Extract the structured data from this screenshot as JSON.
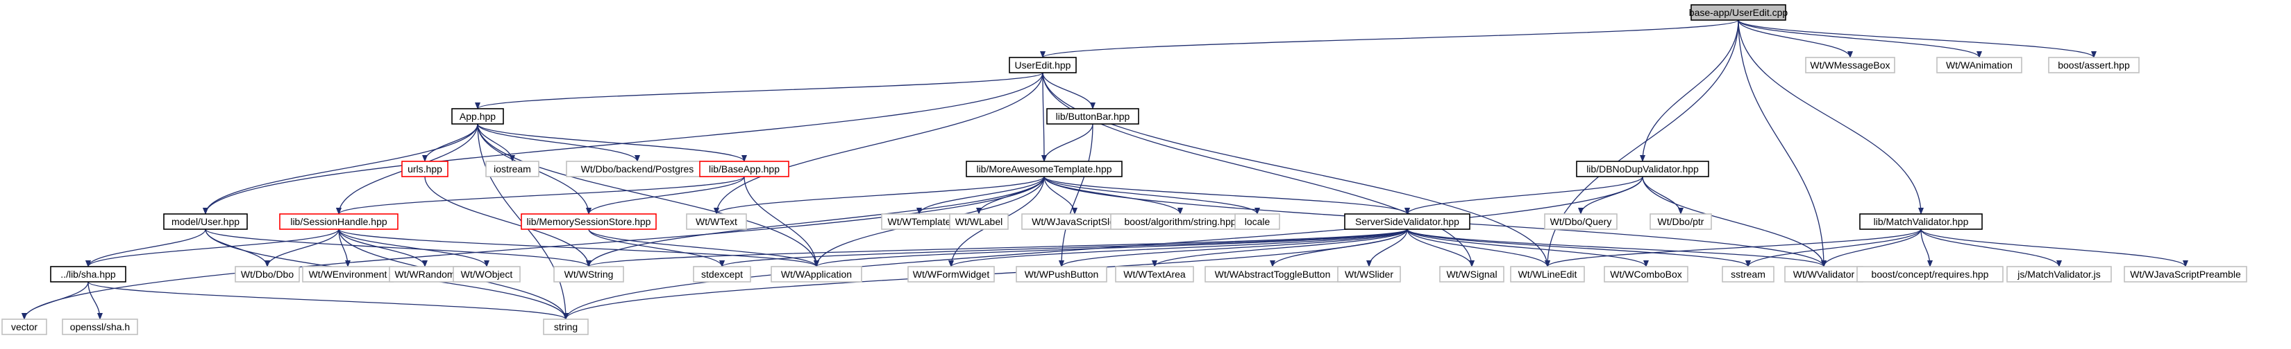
{
  "diagram": {
    "nodes": [
      {
        "id": "root",
        "label": "base-app/UserEdit.cpp",
        "style": "root"
      },
      {
        "id": "useredit",
        "label": "UserEdit.hpp",
        "style": "black"
      },
      {
        "id": "wmessagebox",
        "label": "Wt/WMessageBox",
        "style": "gray"
      },
      {
        "id": "wanimation",
        "label": "Wt/WAnimation",
        "style": "gray"
      },
      {
        "id": "assert",
        "label": "boost/assert.hpp",
        "style": "gray"
      },
      {
        "id": "app",
        "label": "App.hpp",
        "style": "black"
      },
      {
        "id": "buttonbar",
        "label": "lib/ButtonBar.hpp",
        "style": "black"
      },
      {
        "id": "urls",
        "label": "urls.hpp",
        "style": "red"
      },
      {
        "id": "iostream",
        "label": "iostream",
        "style": "gray"
      },
      {
        "id": "postgres",
        "label": "Wt/Dbo/backend/Postgres",
        "style": "gray"
      },
      {
        "id": "baseapp",
        "label": "lib/BaseApp.hpp",
        "style": "red"
      },
      {
        "id": "moreawesome",
        "label": "lib/MoreAwesomeTemplate.hpp",
        "style": "black"
      },
      {
        "id": "dbnodup",
        "label": "lib/DBNoDupValidator.hpp",
        "style": "black"
      },
      {
        "id": "matchvalidator",
        "label": "lib/MatchValidator.hpp",
        "style": "black"
      },
      {
        "id": "modeluser",
        "label": "model/User.hpp",
        "style": "black"
      },
      {
        "id": "sessionhandle",
        "label": "lib/SessionHandle.hpp",
        "style": "red"
      },
      {
        "id": "memsession",
        "label": "lib/MemorySessionStore.hpp",
        "style": "red"
      },
      {
        "id": "wtext",
        "label": "Wt/WText",
        "style": "gray"
      },
      {
        "id": "wtemplate",
        "label": "Wt/WTemplate",
        "style": "gray"
      },
      {
        "id": "wlabel",
        "label": "Wt/WLabel",
        "style": "gray"
      },
      {
        "id": "wjsslot",
        "label": "Wt/WJavaScriptSlot",
        "style": "gray"
      },
      {
        "id": "algostring",
        "label": "boost/algorithm/string.hpp",
        "style": "gray"
      },
      {
        "id": "locale",
        "label": "locale",
        "style": "gray"
      },
      {
        "id": "serverside",
        "label": "ServerSideValidator.hpp",
        "style": "black"
      },
      {
        "id": "dboquery",
        "label": "Wt/Dbo/Query",
        "style": "gray"
      },
      {
        "id": "dboptr",
        "label": "Wt/Dbo/ptr",
        "style": "gray"
      },
      {
        "id": "libsha",
        "label": "../lib/sha.hpp",
        "style": "black"
      },
      {
        "id": "dbodbo",
        "label": "Wt/Dbo/Dbo",
        "style": "gray"
      },
      {
        "id": "wenv",
        "label": "Wt/WEnvironment",
        "style": "gray"
      },
      {
        "id": "wrandom",
        "label": "Wt/WRandom",
        "style": "gray"
      },
      {
        "id": "wobject",
        "label": "Wt/WObject",
        "style": "gray"
      },
      {
        "id": "wstring",
        "label": "Wt/WString",
        "style": "gray"
      },
      {
        "id": "stdexcept",
        "label": "stdexcept",
        "style": "gray"
      },
      {
        "id": "wapplication",
        "label": "Wt/WApplication",
        "style": "gray"
      },
      {
        "id": "wformwidget",
        "label": "Wt/WFormWidget",
        "style": "gray"
      },
      {
        "id": "wpushbutton",
        "label": "Wt/WPushButton",
        "style": "gray"
      },
      {
        "id": "wtextarea",
        "label": "Wt/WTextArea",
        "style": "gray"
      },
      {
        "id": "wabstracttoggle",
        "label": "Wt/WAbstractToggleButton",
        "style": "gray"
      },
      {
        "id": "wslider",
        "label": "Wt/WSlider",
        "style": "gray"
      },
      {
        "id": "wsignal",
        "label": "Wt/WSignal",
        "style": "gray"
      },
      {
        "id": "wlineedit",
        "label": "Wt/WLineEdit",
        "style": "gray"
      },
      {
        "id": "wcombobox",
        "label": "Wt/WComboBox",
        "style": "gray"
      },
      {
        "id": "sstream",
        "label": "sstream",
        "style": "gray"
      },
      {
        "id": "wvalidator",
        "label": "Wt/WValidator",
        "style": "gray"
      },
      {
        "id": "conceptreq",
        "label": "boost/concept/requires.hpp",
        "style": "gray"
      },
      {
        "id": "jsmatch",
        "label": "js/MatchValidator.js",
        "style": "gray"
      },
      {
        "id": "wjspreamble",
        "label": "Wt/WJavaScriptPreamble",
        "style": "gray"
      },
      {
        "id": "vector",
        "label": "vector",
        "style": "gray"
      },
      {
        "id": "opensslsha",
        "label": "openssl/sha.h",
        "style": "gray"
      },
      {
        "id": "string",
        "label": "string",
        "style": "gray"
      }
    ],
    "edges": [
      [
        "root",
        "useredit"
      ],
      [
        "root",
        "wmessagebox"
      ],
      [
        "root",
        "wanimation"
      ],
      [
        "root",
        "assert"
      ],
      [
        "root",
        "dbnodup"
      ],
      [
        "root",
        "matchvalidator"
      ],
      [
        "root",
        "wvalidator"
      ],
      [
        "root",
        "wlineedit"
      ],
      [
        "useredit",
        "app"
      ],
      [
        "useredit",
        "buttonbar"
      ],
      [
        "useredit",
        "moreawesome"
      ],
      [
        "useredit",
        "modeluser"
      ],
      [
        "useredit",
        "wtext"
      ],
      [
        "useredit",
        "wsignal"
      ],
      [
        "useredit",
        "wlineedit"
      ],
      [
        "app",
        "urls"
      ],
      [
        "app",
        "iostream"
      ],
      [
        "app",
        "postgres"
      ],
      [
        "app",
        "baseapp"
      ],
      [
        "app",
        "modeluser"
      ],
      [
        "app",
        "sessionhandle"
      ],
      [
        "app",
        "memsession"
      ],
      [
        "app",
        "wapplication"
      ],
      [
        "app",
        "string"
      ],
      [
        "buttonbar",
        "moreawesome"
      ],
      [
        "buttonbar",
        "wpushbutton"
      ],
      [
        "baseapp",
        "sessionhandle"
      ],
      [
        "baseapp",
        "memsession"
      ],
      [
        "baseapp",
        "wapplication"
      ],
      [
        "urls",
        "wstring"
      ],
      [
        "moreawesome",
        "wtext"
      ],
      [
        "moreawesome",
        "wtemplate"
      ],
      [
        "moreawesome",
        "wlabel"
      ],
      [
        "moreawesome",
        "wjsslot"
      ],
      [
        "moreawesome",
        "algostring"
      ],
      [
        "moreawesome",
        "locale"
      ],
      [
        "moreawesome",
        "serverside"
      ],
      [
        "moreawesome",
        "wstring"
      ],
      [
        "moreawesome",
        "wapplication"
      ],
      [
        "moreawesome",
        "vector"
      ],
      [
        "moreawesome",
        "wformwidget"
      ],
      [
        "moreawesome",
        "wvalidator"
      ],
      [
        "dbnodup",
        "serverside"
      ],
      [
        "dbnodup",
        "dboquery"
      ],
      [
        "dbodup_dummy",
        "dboptr"
      ],
      [
        "dbnodup",
        "dboptr"
      ],
      [
        "dbnodup",
        "wvalidator"
      ],
      [
        "dbnodup",
        "string"
      ],
      [
        "matchvalidator",
        "sstream"
      ],
      [
        "matchvalidator",
        "conceptreq"
      ],
      [
        "matchvalidator",
        "jsmatch"
      ],
      [
        "matchvalidator",
        "wjspreamble"
      ],
      [
        "matchvalidator",
        "wvalidator"
      ],
      [
        "matchvalidator",
        "wlineedit"
      ],
      [
        "modeluser",
        "libsha"
      ],
      [
        "modeluser",
        "dbodbo"
      ],
      [
        "modeluser",
        "wstring"
      ],
      [
        "modeluser",
        "string"
      ],
      [
        "sessionhandle",
        "libsha"
      ],
      [
        "sessionhandle",
        "dbodbo"
      ],
      [
        "sessionhandle",
        "wenv"
      ],
      [
        "sessionhandle",
        "wrandom"
      ],
      [
        "sessionhandle",
        "wobject"
      ],
      [
        "sessionhandle",
        "wapplication"
      ],
      [
        "sessionhandle",
        "string"
      ],
      [
        "memsession",
        "stdexcept"
      ],
      [
        "memsession",
        "wapplication"
      ],
      [
        "serverside",
        "stdexcept"
      ],
      [
        "serverside",
        "wapplication"
      ],
      [
        "serverside",
        "wformwidget"
      ],
      [
        "serverside",
        "wpushbutton"
      ],
      [
        "serverside",
        "wtextarea"
      ],
      [
        "serverside",
        "wabstracttoggle"
      ],
      [
        "serverside",
        "wslider"
      ],
      [
        "serverside",
        "wsignal"
      ],
      [
        "serverside",
        "wlineedit"
      ],
      [
        "serverside",
        "wcombobox"
      ],
      [
        "serverside",
        "sstream"
      ],
      [
        "serverside",
        "wvalidator"
      ],
      [
        "serverside",
        "string"
      ],
      [
        "serverside",
        "wstring"
      ],
      [
        "libsha",
        "vector"
      ],
      [
        "libsha",
        "opensslsha"
      ],
      [
        "libsha",
        "string"
      ]
    ]
  }
}
